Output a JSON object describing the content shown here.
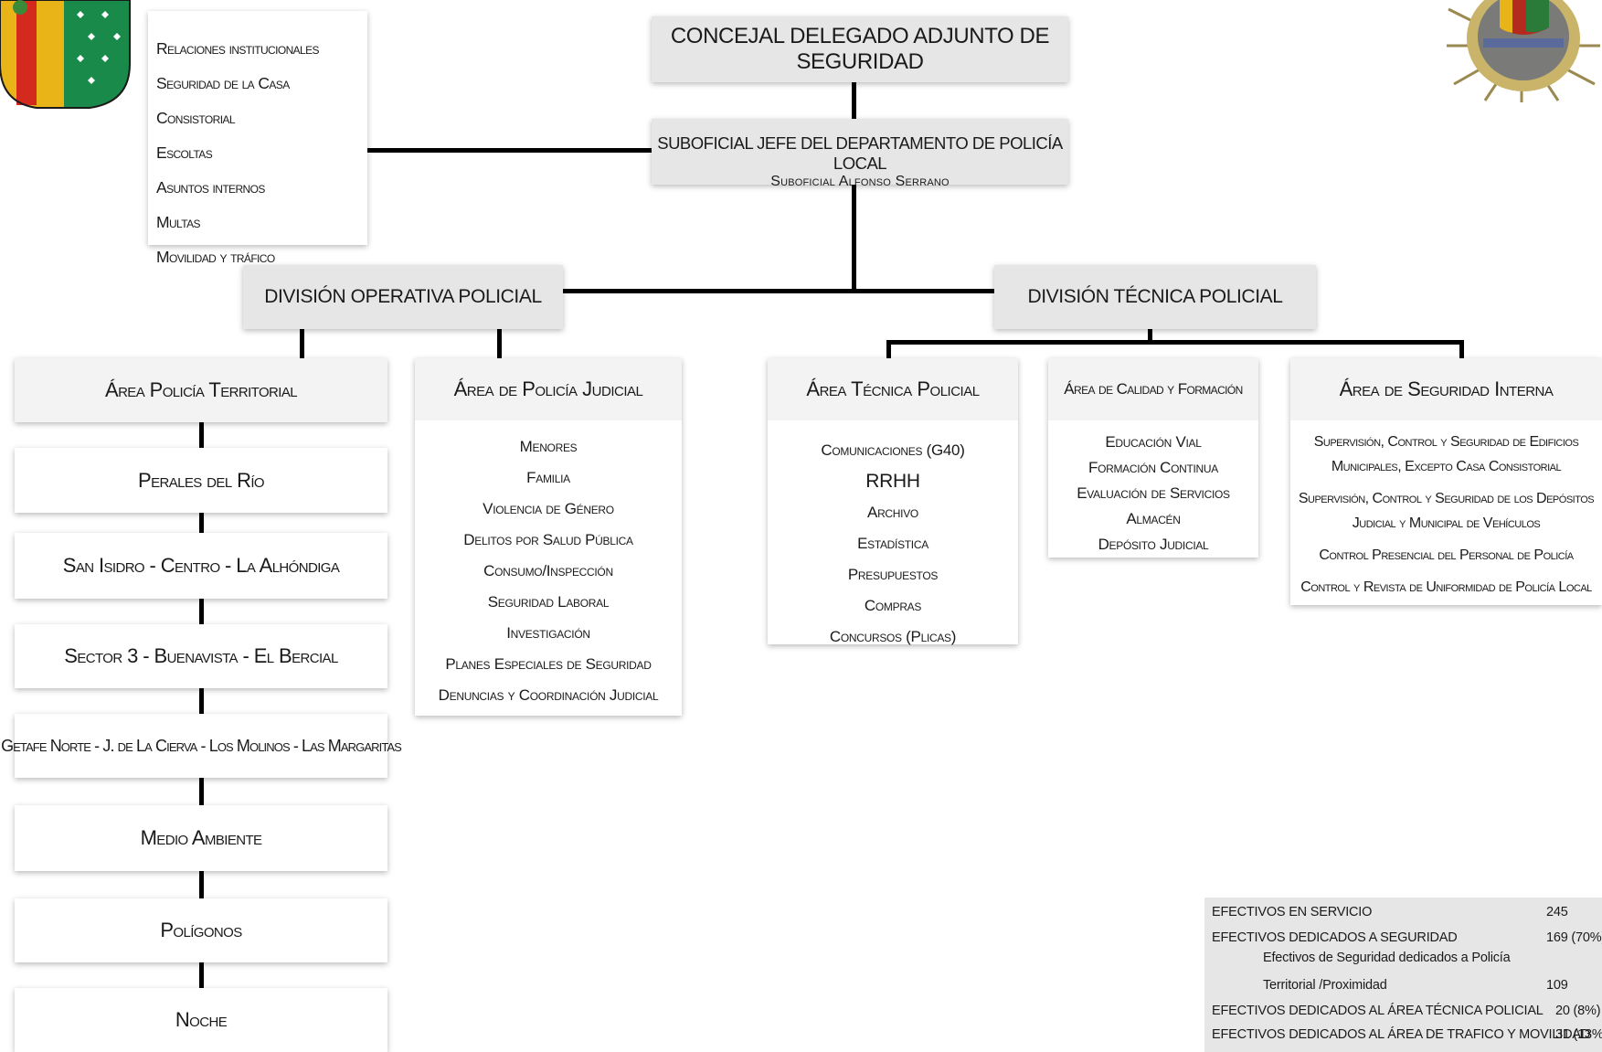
{
  "top": {
    "concejal": "CONCEJAL DELEGADO ADJUNTO DE SEGURIDAD",
    "suboficial_title": "SUBOFICIAL JEFE DEL DEPARTAMENTO DE POLICÍA LOCAL",
    "suboficial_name": "Suboficial Alfonso Serrano"
  },
  "staff_list": [
    "Relaciones institucionales",
    "Seguridad de la Casa Consistorial",
    "Escoltas",
    "Asuntos internos",
    "Multas",
    "Movilidad y tráfico"
  ],
  "divisions": {
    "operativa": "DIVISIÓN OPERATIVA POLICIAL",
    "tecnica": "DIVISIÓN TÉCNICA POLICIAL"
  },
  "territorial": {
    "title": "Área Policía Territorial",
    "units": [
      "Perales del Río",
      "San Isidro - Centro - La Alhóndiga",
      "Sector 3 - Buenavista - El Bercial",
      "Getafe Norte - J. de La Cierva - Los Molinos - Las Margaritas",
      "Medio Ambiente",
      "Polígonos",
      "Noche"
    ]
  },
  "judicial": {
    "title": "Área de Policía Judicial",
    "items": [
      "Menores",
      "Familia",
      "Violencia de Género",
      "Delitos por Salud Pública",
      "Consumo/Inspección",
      "Seguridad Laboral",
      "Investigación",
      "Planes Especiales de Seguridad",
      "Denuncias y Coordinación Judicial"
    ]
  },
  "tecnica_area": {
    "title": "Área Técnica Policial",
    "items": [
      "Comunicaciones (G40)",
      "RRHH",
      "Archivo",
      "Estadística",
      "Presupuestos",
      "Compras",
      "Concursos (Plicas)"
    ]
  },
  "calidad": {
    "title": "Área de Calidad y Formación",
    "items": [
      "Educación Vial",
      "Formación Continua",
      "Evaluación de Servicios",
      "Almacén",
      "Depósito Judicial"
    ]
  },
  "seguridad_interna": {
    "title": "Área de Seguridad Interna",
    "lines": [
      "Supervisión, Control y Seguridad de Edificios",
      "Municipales, Excepto Casa Consistorial",
      "Supervisión, Control y Seguridad de los Depósitos",
      "Judicial y Municipal de Vehículos",
      "Control Presencial del Personal de Policía",
      "Control y Revista de Uniformidad de Policía Local"
    ]
  },
  "stats": {
    "rows": [
      {
        "label": "EFECTIVOS EN SERVICIO",
        "value": "245"
      },
      {
        "label": "EFECTIVOS DEDICADOS A SEGURIDAD",
        "value": "169 (70%)"
      },
      {
        "label": "Efectivos de Seguridad dedicados a Policía",
        "value": ""
      },
      {
        "label": "Territorial /Proximidad",
        "value": "109"
      },
      {
        "label": "EFECTIVOS DEDICADOS AL ÁREA TÉCNICA POLICIAL",
        "value": "20 (8%)"
      },
      {
        "label": "EFECTIVOS DEDICADOS AL ÁREA DE TRAFICO Y MOVILIDAD",
        "value": "31 (13%)"
      }
    ]
  },
  "emblems": {
    "left": "municipal-coat-of-arms",
    "right": "police-badge"
  }
}
